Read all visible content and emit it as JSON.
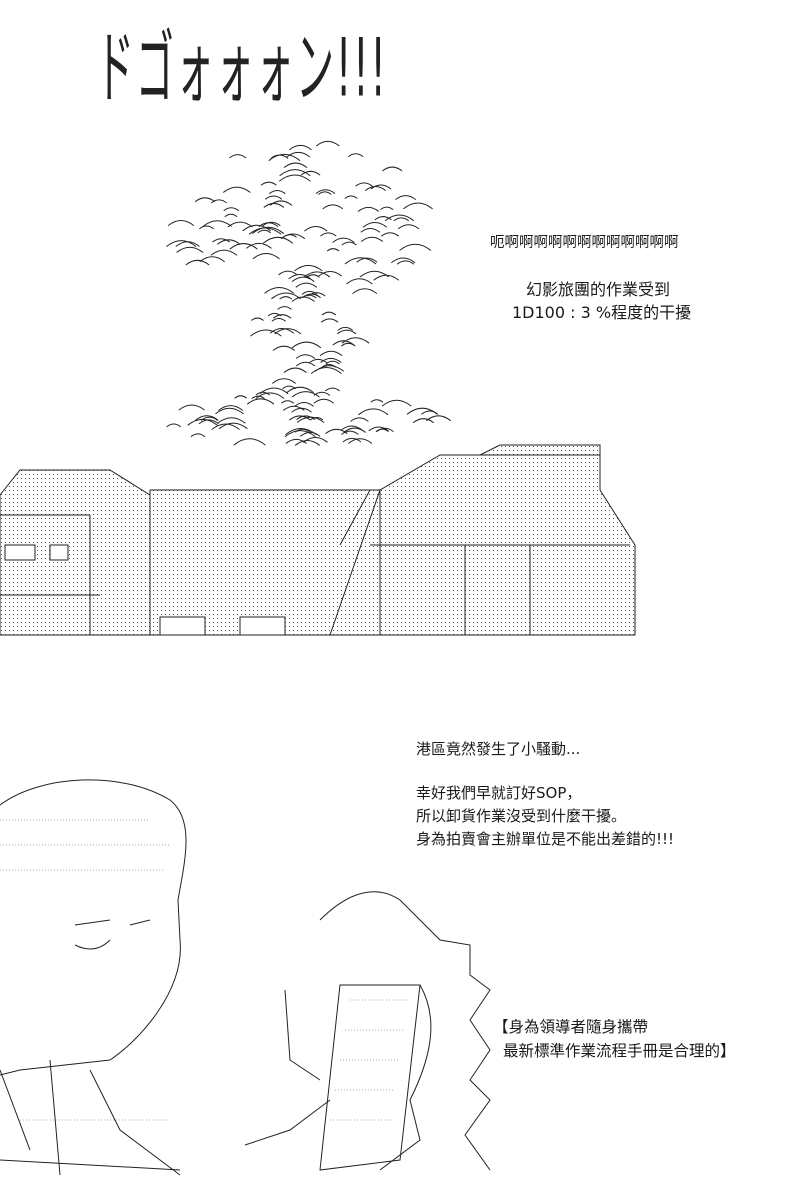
{
  "panel1": {
    "sound_effect": "ドゴォォォン!!!",
    "scream": "呃啊啊啊啊啊啊啊啊啊啊啊啊",
    "narration_line1": "幻影旅團的作業受到",
    "narration_line2": "1D100 : 3 %程度的干擾"
  },
  "panel2": {
    "line1": "港區竟然發生了小騷動...",
    "line2": "幸好我們早就訂好SOP，",
    "line3": "所以卸貨作業沒受到什麼干擾。",
    "line4": "身為拍賣會主辦單位是不能出差錯的!!!",
    "bracket_line1": "【身為領導者隨身攜帶",
    "bracket_line2": "最新標準作業流程手冊是合理的】"
  },
  "colors": {
    "ink": "#1a1a1a",
    "background": "#ffffff"
  }
}
